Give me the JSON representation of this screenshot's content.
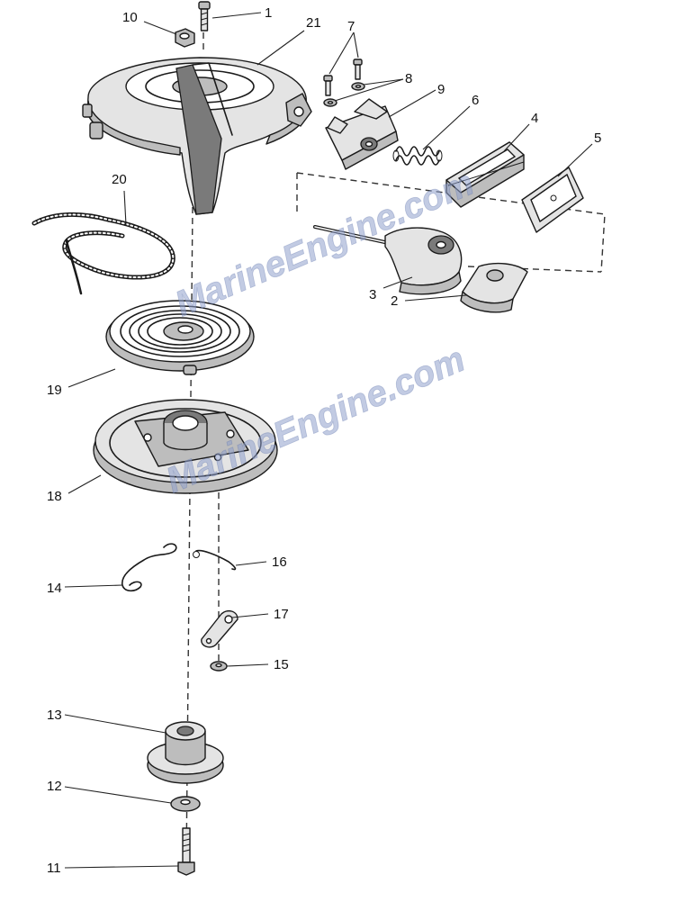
{
  "watermark": "MarineEngine.com",
  "parts": [
    {
      "id": "p1",
      "label": "1"
    },
    {
      "id": "p2",
      "label": "2"
    },
    {
      "id": "p3",
      "label": "3"
    },
    {
      "id": "p4",
      "label": "4"
    },
    {
      "id": "p5",
      "label": "5"
    },
    {
      "id": "p6",
      "label": "6"
    },
    {
      "id": "p7",
      "label": "7"
    },
    {
      "id": "p8",
      "label": "8"
    },
    {
      "id": "p9",
      "label": "9"
    },
    {
      "id": "p10",
      "label": "10"
    },
    {
      "id": "p11",
      "label": "11"
    },
    {
      "id": "p12",
      "label": "12"
    },
    {
      "id": "p13",
      "label": "13"
    },
    {
      "id": "p14",
      "label": "14"
    },
    {
      "id": "p15",
      "label": "15"
    },
    {
      "id": "p16",
      "label": "16"
    },
    {
      "id": "p17",
      "label": "17"
    },
    {
      "id": "p18",
      "label": "18"
    },
    {
      "id": "p19",
      "label": "19"
    },
    {
      "id": "p20",
      "label": "20"
    },
    {
      "id": "p21",
      "label": "21"
    }
  ]
}
